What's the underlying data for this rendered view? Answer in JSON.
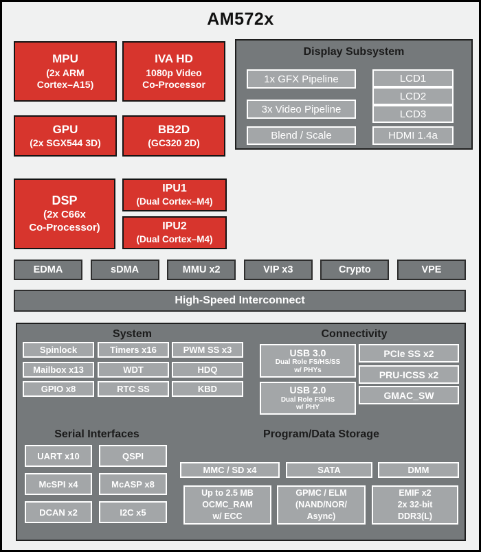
{
  "title": "AM572x",
  "colors": {
    "block_red": "#d7352d",
    "container_gray": "#75797b",
    "inner_box_gray": "#a3a6a8",
    "page_background": "#f0f1f1",
    "frame_border": "#000000",
    "heading_text": "#1b1b1b",
    "box_text": "#ffffff"
  },
  "blocks": {
    "mpu": {
      "title": "MPU",
      "subtitle": "(2x ARM\nCortex–A15)"
    },
    "iva": {
      "title": "IVA HD",
      "subtitle": "1080p Video\nCo-Processor"
    },
    "gpu": {
      "title": "GPU",
      "subtitle": "(2x SGX544 3D)"
    },
    "bb2d": {
      "title": "BB2D",
      "subtitle": "(GC320 2D)"
    },
    "dsp": {
      "title": "DSP",
      "subtitle": "(2x C66x\nCo-Processor)"
    },
    "ipu1": {
      "title": "IPU1",
      "subtitle": "(Dual Cortex–M4)"
    },
    "ipu2": {
      "title": "IPU2",
      "subtitle": "(Dual Cortex–M4)"
    }
  },
  "display_subsystem": {
    "title": "Display Subsystem",
    "pipelines": [
      "1x GFX Pipeline",
      "3x Video Pipeline",
      "Blend / Scale"
    ],
    "outputs": [
      "LCD1",
      "LCD2",
      "LCD3",
      "HDMI 1.4a"
    ]
  },
  "dma_row": [
    "EDMA",
    "sDMA",
    "MMU x2",
    "VIP x3",
    "Crypto",
    "VPE"
  ],
  "interconnect_label": "High-Speed Interconnect",
  "system": {
    "title": "System",
    "items": [
      "Spinlock",
      "Timers x16",
      "PWM SS x3",
      "Mailbox x13",
      "WDT",
      "HDQ",
      "GPIO x8",
      "RTC SS",
      "KBD"
    ]
  },
  "connectivity": {
    "title": "Connectivity",
    "usb3": {
      "title": "USB 3.0",
      "subtitle": "Dual Role FS/HS/SS\nw/ PHYs"
    },
    "usb2": {
      "title": "USB 2.0",
      "subtitle": "Dual Role FS/HS\nw/ PHY"
    },
    "items": [
      "PCIe SS x2",
      "PRU-ICSS x2",
      "GMAC_SW"
    ]
  },
  "serial": {
    "title": "Serial Interfaces",
    "items": [
      "UART x10",
      "QSPI",
      "McSPI x4",
      "McASP x8",
      "DCAN x2",
      "I2C x5"
    ]
  },
  "storage": {
    "title": "Program/Data Storage",
    "row1": [
      "MMC / SD x4",
      "SATA",
      "DMM"
    ],
    "row2": [
      "Up to 2.5 MB\nOCMC_RAM\nw/ ECC",
      "GPMC / ELM\n(NAND/NOR/\nAsync)",
      "EMIF x2\n2x 32-bit\nDDR3(L)"
    ]
  }
}
